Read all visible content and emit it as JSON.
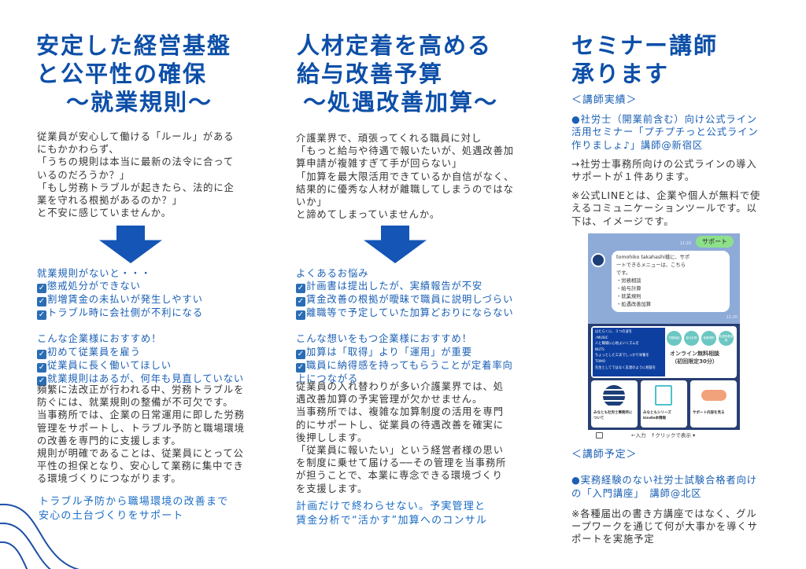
{
  "col1": {
    "title": [
      "安定した経営基盤",
      "と公平性の確保",
      "～就業規則～"
    ],
    "intro": [
      "従業員が安心して働ける「ルール」がある",
      "にもかかわらず、",
      "「うちの規則は本当に最新の法令に合って",
      "いるのだろうか？」",
      "「もし労務トラブルが起きたら、法的に企",
      "業を守れる根拠があるのか？」",
      "と不安に感じていませんか。"
    ],
    "list_heading": "就業規則がないと・・・",
    "problems": [
      "懲戒処分ができない",
      "割増賃金の未払いが発生しやすい",
      "トラブル時に会社側が不利になる"
    ],
    "rec_heading": "こんな企業様におすすめ！",
    "recs": [
      "初めて従業員を雇う",
      "従業員に長く働いてほしい",
      "就業規則はあるが、何年も見直していない"
    ],
    "body": [
      "頻繁に法改正が行われる中、労務トラブルを",
      "防ぐには、就業規則の整備が不可欠です。",
      "当事務所では、企業の日常運用に即した労務",
      "管理をサポートし、トラブル予防と職場環境",
      "の改善を専門的に支援します。",
      "規則が明確であることは、従業員にとって公",
      "平性の担保となり、安心して業務に集中でき",
      "る環境づくりにつながります。"
    ],
    "tagline": [
      "トラブル予防から職場環境の改善まで",
      "安心の土台づくりをサポート"
    ]
  },
  "col2": {
    "title": [
      "人材定着を高める",
      "給与改善予算",
      "～処遇改善加算～"
    ],
    "intro": [
      "介護業界で、頑張ってくれる職員に対し",
      "「もっと給与や待遇で報いたいが、処遇改善加",
      "算申請が複雑すぎて手が回らない」",
      "「加算を最大限活用できているか自信がなく、",
      "結果的に優秀な人材が離職してしまうのではな",
      "いか」",
      "と諦めてしまっていませんか。"
    ],
    "list_heading": "よくあるお悩み",
    "problems": [
      "計画書は提出したが、実績報告が不安",
      "賃金改善の根拠が曖昧で職員に説明しづらい",
      "離職等で予定していた加算どおりにならない"
    ],
    "rec_heading": "こんな想いをもつ企業様におすすめ！",
    "recs": [
      "加算は「取得」より「運用」が重要",
      "職員に納得感を持ってもらうことが定着率向"
    ],
    "recs_cont": "上につながる",
    "body": [
      "従業員の入れ替わりが多い介護業界では、処",
      "遇改善加算の予実管理が欠かせません。",
      "当事務所では、複雑な加算制度の活用を専門",
      "的にサポートし、従業員の待遇改善を確実に",
      "後押しします。",
      "「従業員に報いたい」という経営者様の思い",
      "を制度に乗せて届ける──その管理を当事務所",
      "が担うことで、本業に専念できる環境づくり",
      "を支援します。"
    ],
    "tagline": [
      "計画だけで終わらせない。予実管理と",
      "賃金分析で“活かす”加算へのコンサル"
    ]
  },
  "col3": {
    "title": [
      "セミナー講師",
      "承ります"
    ],
    "record_heading": "＜講師実績＞",
    "record": [
      "●社労士（開業前含む）向け公式ライン",
      "活用セミナー「プチプチっと公式ライン",
      "作りましょ♪」講師@新宿区"
    ],
    "record_note": [
      "→社労士事務所向けの公式ラインの導入",
      "サポートが１件あります。"
    ],
    "line_note": [
      "※公式LINEとは、企業や個人が無料で使",
      "えるコミュニケーションツールです。以",
      "下は、イメージです。"
    ],
    "plan_heading": "＜講師予定＞",
    "plan": [
      "●実務経験のない社労士試験合格者向け",
      "の「入門講座」　講師@北区"
    ],
    "plan_note": [
      "※各種届出の書き方講座ではなく、グル",
      "ープワークを通じて何が大事かを導くサ",
      "ポートを実施予定"
    ]
  },
  "phone": {
    "sent": "サポート",
    "sent_time": "11:20",
    "reply": [
      "tomohiko takahashi様に、サポ",
      "ートできるメニューは、こちら",
      "です。",
      "・労務相談",
      "・給与計算",
      "・就業規則",
      "・処遇改善加算"
    ],
    "reply_time": "11:20",
    "banner": [
      "はたらくに、３つの波を",
      "♪MUSIC",
      "人と職場に心地よいリズムを",
      "NUTS",
      "ちょっとした工夫でしっかり栄養を",
      "TOMO",
      "先生としてではなく友達のように相談を"
    ],
    "circles": [
      "労務相談",
      "給与計算",
      "就業規則",
      "処遇改善加算"
    ],
    "consult": [
      "オンライン無料相談",
      "（初回限定30分）"
    ],
    "tiles": [
      "みなとも社労士事務所について",
      "みなともシリーズkindle本情報",
      "サポート内容を見る"
    ],
    "bottom": "←入力　↑クリックで表示 ▾"
  },
  "colors": {
    "heading": "#0d4fa8",
    "accent": "#1a5fb4",
    "arrow": "#1455b5"
  }
}
